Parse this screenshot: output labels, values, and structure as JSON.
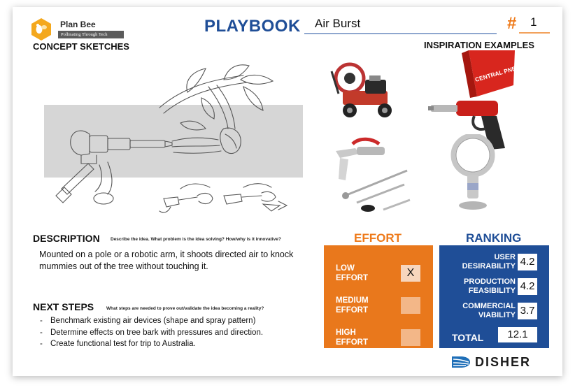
{
  "header": {
    "logo_name": "Plan Bee",
    "logo_tagline": "Pollinating Through Tech",
    "playbook_label": "PLAYBOOK",
    "idea_name": "Air Burst",
    "hash_symbol": "#",
    "idea_number": "1"
  },
  "sections": {
    "concept_sketches": "CONCEPT SKETCHES",
    "inspiration_examples": "INSPIRATION EXAMPLES"
  },
  "inspiration": {
    "gun_brand_text": "CENTRAL PNEUMATIC"
  },
  "description": {
    "heading": "DESCRIPTION",
    "hint": "Describe the idea. What problem is the idea solving? How/why is it innovative?",
    "body": "Mounted on a pole or a robotic arm, it shoots directed air to knock mummies out of the tree without touching it."
  },
  "next_steps": {
    "heading": "NEXT STEPS",
    "hint": "What steps are needed to prove out/validate the idea becoming a reality?",
    "items": [
      "Benchmark existing air devices (shape and spray pattern)",
      "Determine effects on tree bark with pressures and direction.",
      "Create functional test for trip to Australia."
    ]
  },
  "effort": {
    "title": "EFFORT",
    "low_line1": "LOW",
    "low_line2": "EFFORT",
    "low_mark": "X",
    "medium_line1": "MEDIUM",
    "medium_line2": "EFFORT",
    "medium_mark": "",
    "high_line1": "HIGH",
    "high_line2": "EFFORT",
    "high_mark": ""
  },
  "ranking": {
    "title": "RANKING",
    "user_line1": "USER",
    "user_line2": "DESIRABILITY",
    "user_value": "4.2",
    "production_line1": "PRODUCTION",
    "production_line2": "FEASIBILITY",
    "production_value": "4.2",
    "commercial_line1": "COMMERCIAL",
    "commercial_line2": "VIABILITY",
    "commercial_value": "3.7",
    "total_label": "TOTAL",
    "total_value": "12.1"
  },
  "footer": {
    "company": "DISHER"
  },
  "colors": {
    "blue": "#1f4e97",
    "orange": "#e9781c"
  }
}
